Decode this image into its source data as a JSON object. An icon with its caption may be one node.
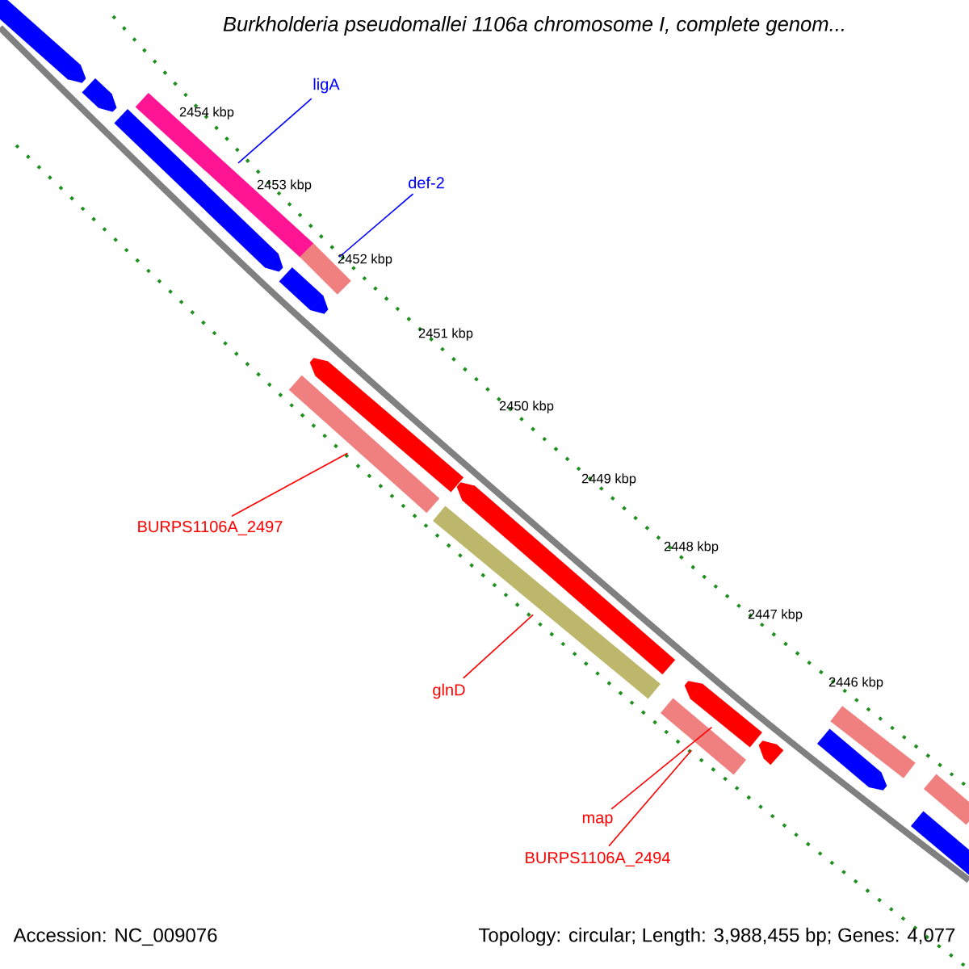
{
  "diagram": {
    "title": "*Burkholderia pseudomallei* 1106a chromosome I, complete genom...",
    "nodes": [
      {
        "text": [],
        "shape": "arrow"
      },
      {
        "text": [],
        "shape": "arrow"
      },
      {
        "text": [
          "ligA"
        ]
      },
      {
        "text": [],
        "shape": "bar"
      },
      {
        "text": [],
        "shape": "arrow"
      },
      {
        "text": [
          "def-2"
        ]
      },
      {
        "text": [],
        "shape": "bar"
      },
      {
        "text": [],
        "shape": "arrow"
      },
      {
        "text": [],
        "shape": "arrow"
      },
      {
        "text": [
          "BURPS1106A_2497"
        ]
      },
      {
        "text": [],
        "shape": "bar"
      },
      {
        "text": [],
        "shape": "arrow"
      },
      {
        "text": [
          "glnD"
        ]
      },
      {
        "text": [],
        "shape": "bar"
      },
      {
        "text": [],
        "shape": "arrow"
      },
      {
        "text": [],
        "shape": "arrow"
      },
      {
        "text": [
          "map"
        ]
      },
      {
        "text": [
          "BURPS1106A_2494"
        ]
      },
      {
        "text": [],
        "shape": "bar"
      },
      {
        "text": [],
        "shape": "bar"
      },
      {
        "text": [],
        "shape": "arrow"
      },
      {
        "text": [],
        "shape": "bar"
      },
      {
        "text": [],
        "shape": "bar"
      }
    ],
    "edges": [
      {
        "from": 2,
        "to": 3,
        "arrow": "none",
        "color": "#0000ff"
      },
      {
        "from": 5,
        "to": 6,
        "arrow": "none",
        "color": "#0000ff"
      },
      {
        "from": 9,
        "to": 10,
        "arrow": "none"
      },
      {
        "from": 12,
        "to": 13,
        "arrow": "none"
      },
      {
        "from": 16,
        "to": 14,
        "arrow": "none"
      },
      {
        "from": 17,
        "to": 18,
        "arrow": "none"
      }
    ],
    "labels": [
      "2454 kbp",
      "2453 kbp",
      "2452 kbp",
      "2451 kbp",
      "2450 kbp",
      "2449 kbp",
      "2448 kbp",
      "2447 kbp",
      "2446 kbp",
      "Accession: NC_009076",
      "Topology: circular; Length: 3,988,455 bp; Genes: 4,077"
    ]
  }
}
